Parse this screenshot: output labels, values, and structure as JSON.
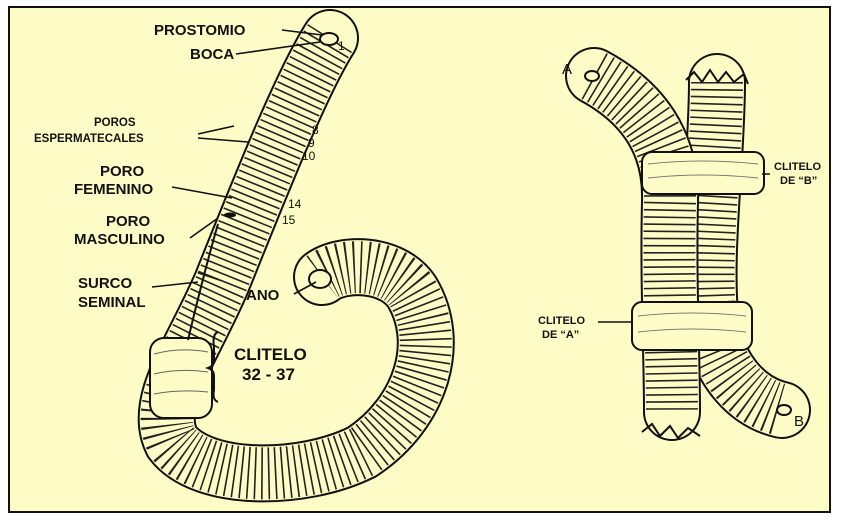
{
  "labels": {
    "prostomio": "PROSTOMIO",
    "boca": "BOCA",
    "poros_line1": "POROS",
    "poros_line2": "ESPERMATECALES",
    "poro_fem_line1": "PORO",
    "poro_fem_line2": "FEMENINO",
    "poro_masc_line1": "PORO",
    "poro_masc_line2": "MASCULINO",
    "surco_line1": "SURCO",
    "surco_line2": "SEMINAL",
    "ano": "ANO",
    "clitelo_line1": "CLITELO",
    "clitelo_line2": "32 - 37",
    "clitelo_b_line1": "CLITELO",
    "clitelo_b_line2": "DE “B”",
    "clitelo_a_line1": "CLITELO",
    "clitelo_a_line2": "DE “A”",
    "worm_a": "A",
    "worm_b": "B"
  },
  "segment_numbers": {
    "seg1": "1",
    "seg8": "8",
    "seg9": "9",
    "seg10": "10",
    "seg14": "14",
    "seg15": "15"
  },
  "colors": {
    "background": "#fefcc6",
    "ink": "#111111"
  }
}
